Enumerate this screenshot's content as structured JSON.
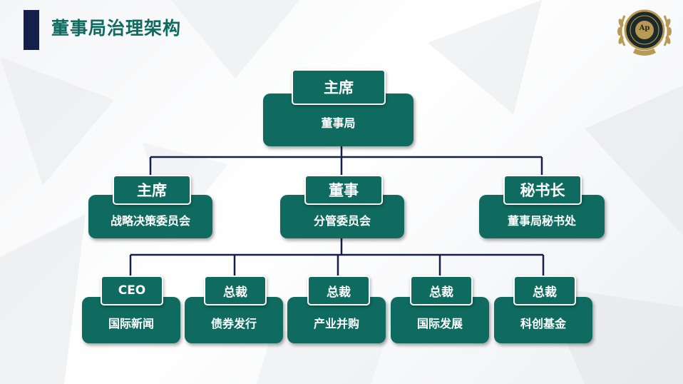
{
  "page": {
    "title": "董事局治理架构"
  },
  "colors": {
    "accent": "#0f6b5f",
    "title_bar": "#15204a",
    "line": "#15204a",
    "logo_gold": "#b99a55"
  },
  "logo": {
    "icon": "emblem-logo-icon",
    "text": "Ap"
  },
  "top": {
    "tag": "主席",
    "body": "董事局"
  },
  "level2": [
    {
      "tag": "主席",
      "body": "战略决策委员会"
    },
    {
      "tag": "董事",
      "body": "分管委员会"
    },
    {
      "tag": "秘书长",
      "body": "董事局秘书处"
    }
  ],
  "level3": [
    {
      "tag": "CEO",
      "body": "国际新闻"
    },
    {
      "tag": "总裁",
      "body": "债券发行"
    },
    {
      "tag": "总裁",
      "body": "产业并购"
    },
    {
      "tag": "总裁",
      "body": "国际发展"
    },
    {
      "tag": "总裁",
      "body": "科创基金"
    }
  ]
}
